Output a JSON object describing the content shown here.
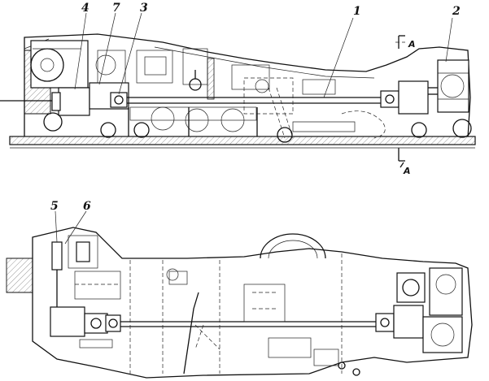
{
  "top_view": {
    "callouts": [
      {
        "id": "c4",
        "text": "4"
      },
      {
        "id": "c7",
        "text": "7"
      },
      {
        "id": "c3",
        "text": "3"
      },
      {
        "id": "c1",
        "text": "1"
      },
      {
        "id": "c2",
        "text": "2"
      }
    ],
    "section_marks": {
      "upper": "A",
      "lower": "A"
    }
  },
  "bottom_view": {
    "callouts": [
      {
        "id": "c5",
        "text": "5"
      },
      {
        "id": "c6",
        "text": "6"
      }
    ]
  }
}
